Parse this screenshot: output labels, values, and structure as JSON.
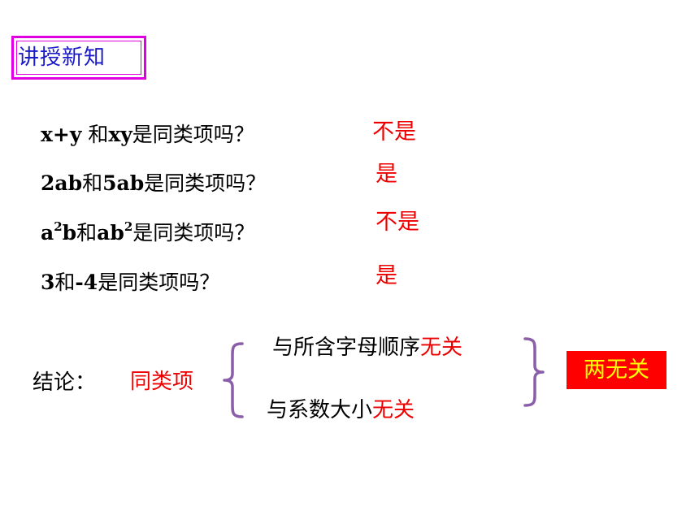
{
  "title": "讲授新知",
  "questions": [
    {
      "part1": "x+y",
      "join": " 和",
      "part2": "xy",
      "tail": "是同类项吗？",
      "answer": "不是"
    },
    {
      "part1": "2ab",
      "join": "和",
      "part2": "5ab",
      "tail": "是同类项吗？",
      "answer": "是"
    },
    {
      "p1_base": "a",
      "p1_exp": "2",
      "p1_rest": "b",
      "join": "和",
      "p2_base": "ab",
      "p2_exp": "2",
      "tail": "是同类项吗？",
      "answer": "不是"
    },
    {
      "part1": "3",
      "join": "和",
      "part2": "-4",
      "tail": "是同类项吗？",
      "answer": "是"
    }
  ],
  "conclusion": {
    "label": "结论：",
    "term": "同类项",
    "item1_prefix": "与所含字母顺序",
    "item1_suffix": "无关",
    "item2_prefix": "与系数大小",
    "item2_suffix": "无关",
    "summary": "两无关"
  },
  "colors": {
    "title_border": "#e000e0",
    "title_text": "#1a1ac8",
    "answer": "#ee0000",
    "brace": "#8a5ea8",
    "badge_bg": "#ff0000",
    "badge_text": "#ffff00"
  }
}
